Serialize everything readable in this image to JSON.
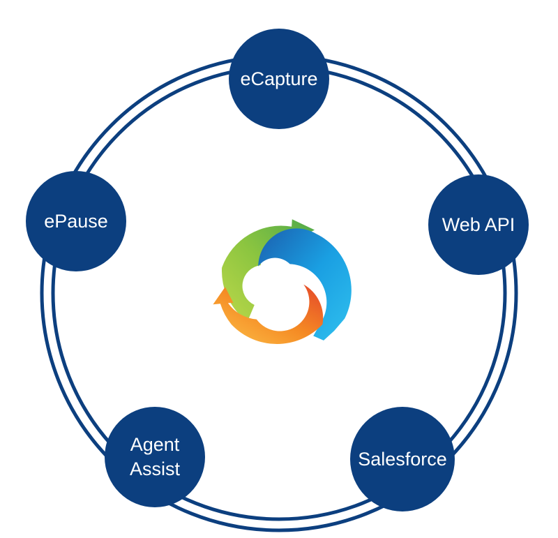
{
  "diagram": {
    "nodes": [
      {
        "label": "eCapture"
      },
      {
        "label": "Web API"
      },
      {
        "label": "ePause"
      },
      {
        "label": "Agent Assist"
      },
      {
        "label": "Salesforce"
      }
    ],
    "center_icon": "circular-refresh-arrows-icon",
    "colors": {
      "node_fill": "#0c3f7f",
      "ring_stroke": "#0c3f7f",
      "node_text": "#ffffff",
      "arrow_green": "#7ac142",
      "arrow_blue": "#1e9be0",
      "arrow_orange": "#f58a1f"
    }
  }
}
